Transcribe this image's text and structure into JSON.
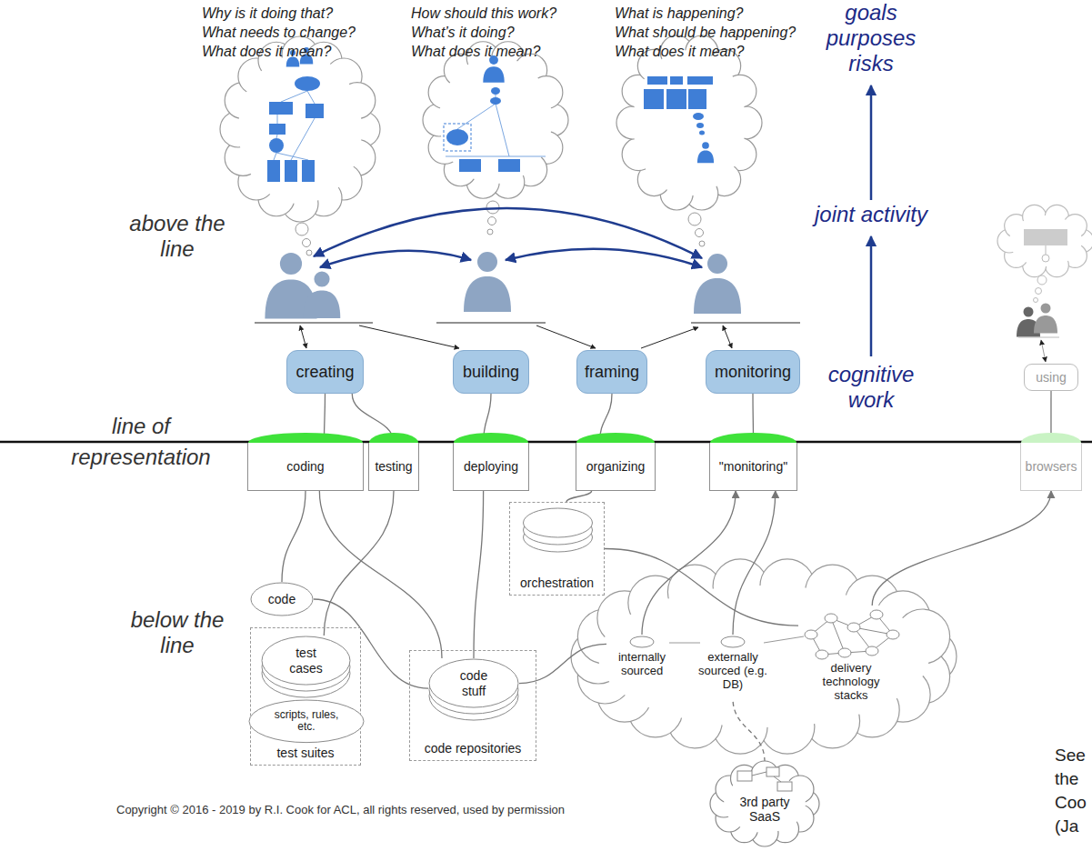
{
  "diagram": {
    "nodes": [
      {
        "text": [
          "creating"
        ]
      },
      {
        "text": [
          "building"
        ]
      },
      {
        "text": [
          "framing"
        ]
      },
      {
        "text": [
          "monitoring"
        ]
      },
      {
        "text": [
          "using"
        ]
      },
      {
        "text": [
          "coding"
        ]
      },
      {
        "text": [
          "testing"
        ]
      },
      {
        "text": [
          "deploying"
        ]
      },
      {
        "text": [
          "organizing"
        ]
      },
      {
        "text": [
          "\"monitoring\""
        ]
      },
      {
        "text": [
          "browsers"
        ]
      },
      {
        "text": [
          "orchestration"
        ]
      },
      {
        "text": [
          "code"
        ]
      },
      {
        "text": [
          "internally sourced"
        ]
      },
      {
        "text": [
          "externally sourced (e.g. DB)"
        ]
      },
      {
        "text": [
          "delivery technology stacks"
        ]
      },
      {
        "text": [
          "test suites"
        ]
      },
      {
        "text": [
          "test cases"
        ],
        "in": 16
      },
      {
        "text": [
          "scripts, rules, etc."
        ],
        "in": 16
      },
      {
        "text": [
          "code repositories"
        ]
      },
      {
        "text": [
          "code stuff"
        ],
        "in": 19
      },
      {
        "text": [
          "3rd party SaaS"
        ]
      }
    ],
    "edges": [
      {
        "from": 0,
        "to": 5,
        "arrow": "none"
      },
      {
        "from": 0,
        "to": 6,
        "arrow": "none"
      },
      {
        "from": 1,
        "to": 7,
        "arrow": "none"
      },
      {
        "from": 2,
        "to": 8,
        "arrow": "none"
      },
      {
        "from": 3,
        "to": 9,
        "arrow": "none"
      },
      {
        "from": 4,
        "to": 10,
        "arrow": "none"
      },
      {
        "from": 5,
        "to": 12,
        "arrow": "none"
      },
      {
        "from": 5,
        "to": 20,
        "arrow": "none"
      },
      {
        "from": 6,
        "to": 17,
        "arrow": "none"
      },
      {
        "from": 12,
        "to": 20,
        "arrow": "none"
      },
      {
        "from": 7,
        "to": 20,
        "arrow": "none"
      },
      {
        "from": 8,
        "to": 11,
        "arrow": "none"
      },
      {
        "from": 11,
        "to": 15,
        "arrow": "none"
      },
      {
        "from": 20,
        "to": 13,
        "arrow": "none"
      },
      {
        "from": 13,
        "to": 9,
        "arrow": "to"
      },
      {
        "from": 14,
        "to": 9,
        "arrow": "to"
      },
      {
        "from": 15,
        "to": 10,
        "arrow": "to"
      },
      {
        "from": 21,
        "to": 14,
        "arrow": "none"
      }
    ],
    "labels": [
      "Why is it doing that?",
      "What needs to change?",
      "What does it mean?",
      "How should this work?",
      "What’s it doing?",
      "What does it mean?",
      "What is happening?",
      "What should be happening?",
      "What does it mean?",
      "goals",
      "purposes",
      "risks",
      "joint activity",
      "cognitive work",
      "above the line",
      "line of representation",
      "below the line",
      "Copyright © 2016 - 2019 by R.I. Cook for ACL, all rights reserved, used by permission",
      "See",
      "the",
      "Coo",
      "(Ja"
    ]
  }
}
